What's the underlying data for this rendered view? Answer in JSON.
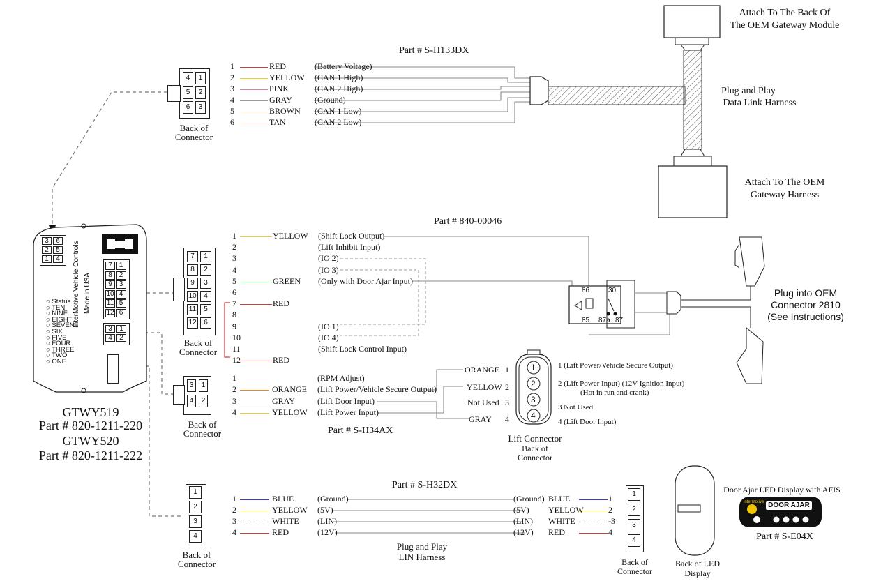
{
  "module": {
    "vertical_text_1": "InterMotive Vehicle Controls",
    "vertical_text_2": "Made in USA",
    "status_list": [
      "Status",
      "TEN",
      "NINE",
      "EIGHT",
      "SEVEN",
      "SIX",
      "FIVE",
      "FOUR",
      "THREE",
      "TWO",
      "ONE"
    ],
    "pins_top": [
      "3",
      "6",
      "2",
      "5",
      "1",
      "4"
    ],
    "pins_main": [
      "7",
      "1",
      "8",
      "2",
      "9",
      "3",
      "10",
      "4",
      "11",
      "5",
      "12",
      "6"
    ],
    "pins_mid": [
      "3",
      "1",
      "4",
      "2"
    ],
    "model_1": "GTWY519",
    "part_1": "Part # 820-1211-220",
    "model_2": "GTWY520",
    "part_2": "Part # 820-1211-222"
  },
  "harness_can": {
    "part": "Part # S-H133DX",
    "connector_pins": [
      "4",
      "1",
      "5",
      "2",
      "6",
      "3"
    ],
    "connector_label_1": "Back of",
    "connector_label_2": "Connector",
    "wires": [
      {
        "num": "1",
        "color": "RED",
        "desc": "(Battery Voltage)",
        "hex": "#d23a3a"
      },
      {
        "num": "2",
        "color": "YELLOW",
        "desc": "(CAN 1 High)",
        "hex": "#e8d21a"
      },
      {
        "num": "3",
        "color": "PINK",
        "desc": "(CAN 2 High)",
        "hex": "#e07aa8"
      },
      {
        "num": "4",
        "color": "GRAY",
        "desc": "(Ground)",
        "hex": "#9a9a9a"
      },
      {
        "num": "5",
        "color": "BROWN",
        "desc": "(CAN 1 Low)",
        "hex": "#7a3b1f"
      },
      {
        "num": "6",
        "color": "TAN",
        "desc": "(CAN 2 Low)",
        "hex": "#8a4a3a"
      }
    ],
    "plug_play_1": "Plug and Play",
    "plug_play_2": "Data Link Harness",
    "attach_back_1": "Attach To The Back Of",
    "attach_back_2": "The OEM Gateway Module",
    "attach_harness_1": "Attach To The OEM",
    "attach_harness_2": "Gateway Harness"
  },
  "harness_relay": {
    "part": "Part # 840-00046",
    "connector_pins": [
      "7",
      "1",
      "8",
      "2",
      "9",
      "3",
      "10",
      "4",
      "11",
      "5",
      "12",
      "6"
    ],
    "connector_label_1": "Back of",
    "connector_label_2": "Connector",
    "wires": [
      {
        "num": "1",
        "color": "YELLOW",
        "desc": "(Shift Lock Output)",
        "hex": "#e8d21a"
      },
      {
        "num": "2",
        "color": "",
        "desc": "(Lift Inhibit Input)",
        "hex": ""
      },
      {
        "num": "3",
        "color": "",
        "desc": "(IO 2)",
        "hex": ""
      },
      {
        "num": "4",
        "color": "",
        "desc": "(IO 3)",
        "hex": ""
      },
      {
        "num": "5",
        "color": "GREEN",
        "desc": "(Only with Door Ajar Input)",
        "hex": "#2faa3a"
      },
      {
        "num": "6",
        "color": "",
        "desc": "",
        "hex": ""
      },
      {
        "num": "7",
        "color": "RED",
        "desc": "",
        "hex": "#d23a3a"
      },
      {
        "num": "8",
        "color": "",
        "desc": "",
        "hex": ""
      },
      {
        "num": "9",
        "color": "",
        "desc": "(IO 1)",
        "hex": ""
      },
      {
        "num": "10",
        "color": "",
        "desc": "(IO 4)",
        "hex": ""
      },
      {
        "num": "11",
        "color": "",
        "desc": "(Shift Lock Control Input)",
        "hex": ""
      },
      {
        "num": "12",
        "color": "RED",
        "desc": "",
        "hex": "#d23a3a"
      }
    ],
    "relay_pins": [
      "86",
      "30",
      "85",
      "87a",
      "87"
    ],
    "plug_oem_1": "Plug into OEM",
    "plug_oem_2": "Connector 2810",
    "plug_oem_3": "(See Instructions)"
  },
  "harness_lift": {
    "part": "Part # S-H34AX",
    "connector_pins": [
      "3",
      "1",
      "4",
      "2"
    ],
    "connector_label_1": "Back of",
    "connector_label_2": "Connector",
    "wires": [
      {
        "num": "1",
        "color": "",
        "desc": "(RPM Adjust)",
        "hex": ""
      },
      {
        "num": "2",
        "color": "ORANGE",
        "desc": "(Lift Power/Vehicle Secure Output)",
        "hex": "#e8862a"
      },
      {
        "num": "3",
        "color": "GRAY",
        "desc": "(Lift Door Input)",
        "hex": "#9a9a9a"
      },
      {
        "num": "4",
        "color": "YELLOW",
        "desc": "(Lift Power Input)",
        "hex": "#e8d21a"
      }
    ],
    "lift_wires": [
      {
        "color": "ORANGE",
        "num": "1"
      },
      {
        "color": "YELLOW",
        "num": "2"
      },
      {
        "color": "Not Used",
        "num": "3"
      },
      {
        "color": "GRAY",
        "num": "4"
      }
    ],
    "lift_pins": [
      "1",
      "2",
      "3",
      "4"
    ],
    "lift_desc": [
      "1 (Lift Power/Vehicle Secure Output)",
      "2 (Lift Power Input) (12V Ignition Input)",
      "(Hot in run and crank)",
      "3 Not Used",
      "4 (Lift Door Input)"
    ],
    "lift_label_1": "Lift Connector",
    "lift_label_2": "Back of",
    "lift_label_3": "Connector"
  },
  "harness_lin": {
    "part": "Part # S-H32DX",
    "connector_pins": [
      "1",
      "2",
      "3",
      "4"
    ],
    "connector_label_1": "Back of",
    "connector_label_2": "Connector",
    "wires": [
      {
        "num": "1",
        "color": "BLUE",
        "desc": "(Ground)",
        "hex": "#3a3ad0"
      },
      {
        "num": "2",
        "color": "YELLOW",
        "desc": "(5V)",
        "hex": "#e8d21a"
      },
      {
        "num": "3",
        "color": "WHITE",
        "desc": "(LIN)",
        "hex": "#777777"
      },
      {
        "num": "4",
        "color": "RED",
        "desc": "(12V)",
        "hex": "#d23a3a"
      }
    ],
    "right_desc": [
      "(Ground)",
      "(5V)",
      "(LIN)",
      "(12V)"
    ],
    "right_colors": [
      "BLUE",
      "YELLOW",
      "WHITE",
      "RED"
    ],
    "right_nums": [
      "1",
      "2",
      "-3",
      "4"
    ],
    "right_pins": [
      "1",
      "2",
      "3",
      "4"
    ],
    "right_label_1": "Back of",
    "right_label_2": "Connector",
    "plug_play_1": "Plug and Play",
    "plug_play_2": "LIN Harness",
    "led_label_1": "Back of LED",
    "led_label_2": "Display"
  },
  "door_ajar": {
    "title": "Door Ajar LED Display with AFIS",
    "brand": "intermotive",
    "label": "DOOR AJAR",
    "part": "Part # S-E04X"
  }
}
